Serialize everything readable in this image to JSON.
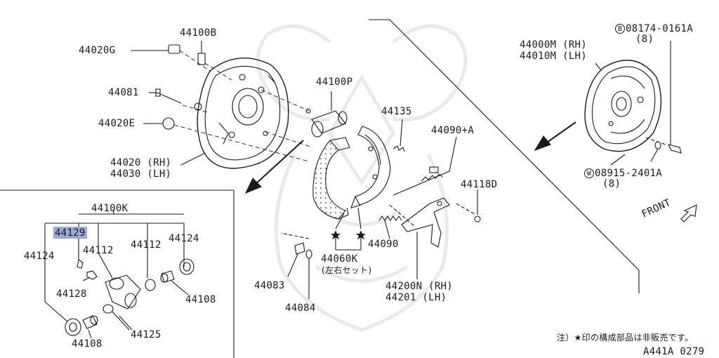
{
  "diagram_id": "A441A 0279",
  "note": "注）★印の構成部品は非販売です。",
  "front_label": "FRONT",
  "labels": {
    "l_44100B": "44100B",
    "l_44020G": "44020G",
    "l_44081": "44081",
    "l_44020E": "44020E",
    "l_44020rh": "44020 (RH)",
    "l_44030lh": "44030 (LH)",
    "l_44100P": "44100P",
    "l_44135": "44135",
    "l_44090A": "44090+A",
    "l_44118D": "44118D",
    "l_44090": "44090",
    "l_44060K": "44060K",
    "l_44060K_sub": "(左右セット)",
    "l_44083": "44083",
    "l_44084": "44084",
    "l_44200N": "44200N (RH)",
    "l_44201": "44201  (LH)",
    "l_44000M": "44000M (RH)",
    "l_44010M": "44010M (LH)",
    "l_08174_code": "08174-0161A",
    "l_08174_qty": "(8)",
    "l_08915_code": "08915-2401A",
    "l_08915_qty": "(8)",
    "l_44100K": "44100K",
    "l_44129": "44129",
    "l_44124a": "44124",
    "l_44124b": "44124",
    "l_44112a": "44112",
    "l_44112b": "44112",
    "l_44128": "44128",
    "l_44108a": "44108",
    "l_44108b": "44108",
    "l_44125": "44125"
  },
  "markers": {
    "bolt_marker": "B",
    "washer_marker": "W"
  },
  "highlight_color": "#9aa9d9"
}
